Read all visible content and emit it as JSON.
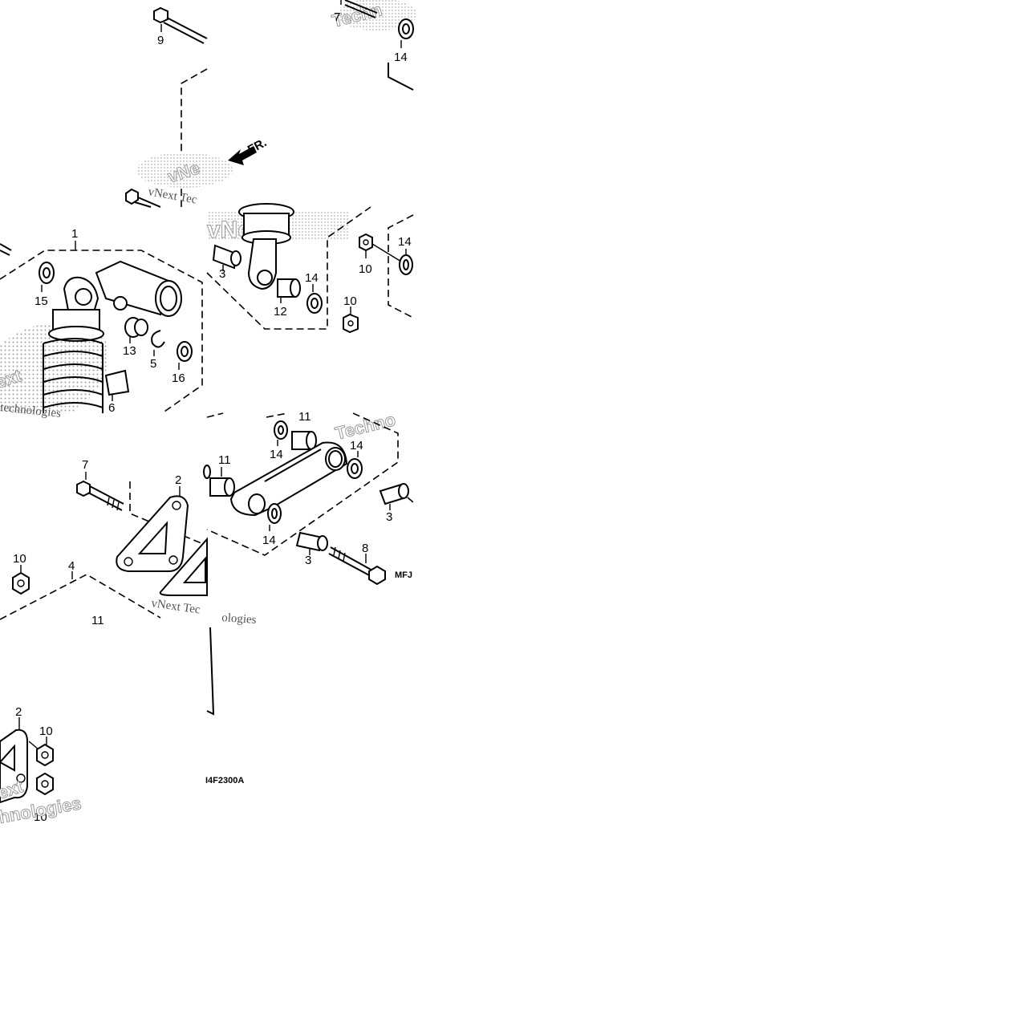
{
  "diagram": {
    "callouts": {
      "t1_9": "9",
      "t1_shock": "1",
      "t1_15": "15",
      "t1_13": "13",
      "t1_5": "5",
      "t1_16": "16",
      "t1_6": "6",
      "t1_7": "7",
      "t1_10": "10",
      "t1_4": "4",
      "t1_2": "2",
      "t1_11": "11",
      "t2_7": "7",
      "t2_14": "14",
      "t2_3": "3",
      "t2_12": "12",
      "t2_14b": "14",
      "t2_10": "10",
      "t2_10b": "10",
      "t2_14c": "14",
      "t2_11a": "11",
      "t2_14d": "14",
      "t2_14e": "14",
      "t2_11b": "11",
      "t2_3b": "3",
      "t2_14f": "14",
      "t2_3c": "3",
      "t2_8": "8",
      "t3_2": "2",
      "t3_10": "10",
      "t3_10b": "10"
    },
    "direction_marker": "FR.",
    "diagram_codes": {
      "mid": "MFJ",
      "bottom": "I4F2300A"
    },
    "watermarks": {
      "vnext_a": "vNext Tec",
      "vnext_b": "vNext Tec",
      "technologies_a": "technologies",
      "technologies_b": "ologies",
      "technologies_c": "hnologies",
      "techno_a": "Techn",
      "techno_b": "Techno",
      "ext": "ext",
      "vnext_wm_a": "vNext",
      "vnext_wm_b": "vNe"
    }
  }
}
